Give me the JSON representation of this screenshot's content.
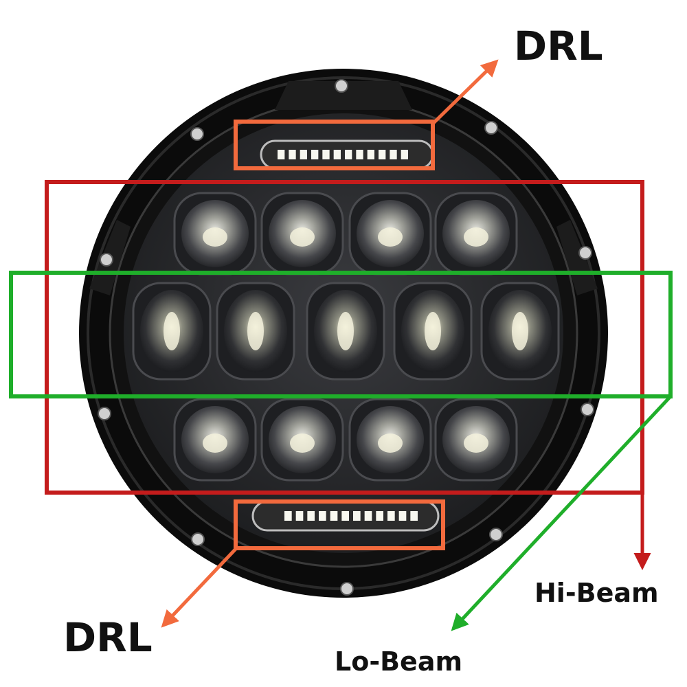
{
  "labels": {
    "drl_top": "DRL",
    "drl_bottom": "DRL",
    "hi_beam": "Hi-Beam",
    "lo_beam": "Lo-Beam"
  },
  "colors": {
    "drl": "#f26a3d",
    "hi_beam": "#c41c1c",
    "lo_beam": "#1fae2a",
    "housing": "#0c0c0c",
    "lens": "#2a2b2e"
  },
  "icons": {
    "drl_arrow": "arrow-up-right",
    "drl_bottom_arrow": "arrow-down-left",
    "hi_beam_arrow": "arrow-down",
    "lo_beam_arrow": "arrow-down-left"
  },
  "headlight": {
    "led_rows": [
      4,
      5,
      4
    ],
    "drl_strips": 2,
    "drl_chips_per_strip": 12,
    "mounting_screws": 10
  }
}
